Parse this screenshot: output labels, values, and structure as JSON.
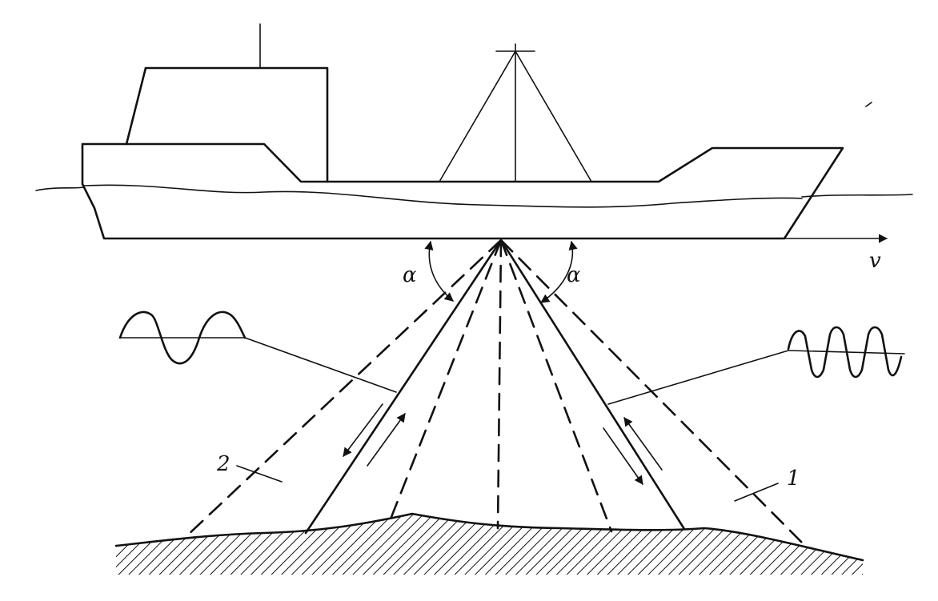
{
  "labels": {
    "velocity": "v",
    "angle_left": "α",
    "angle_right": "α",
    "callout_1": "1",
    "callout_2": "2"
  },
  "colors": {
    "ink": "#111111",
    "background": "#ffffff"
  }
}
